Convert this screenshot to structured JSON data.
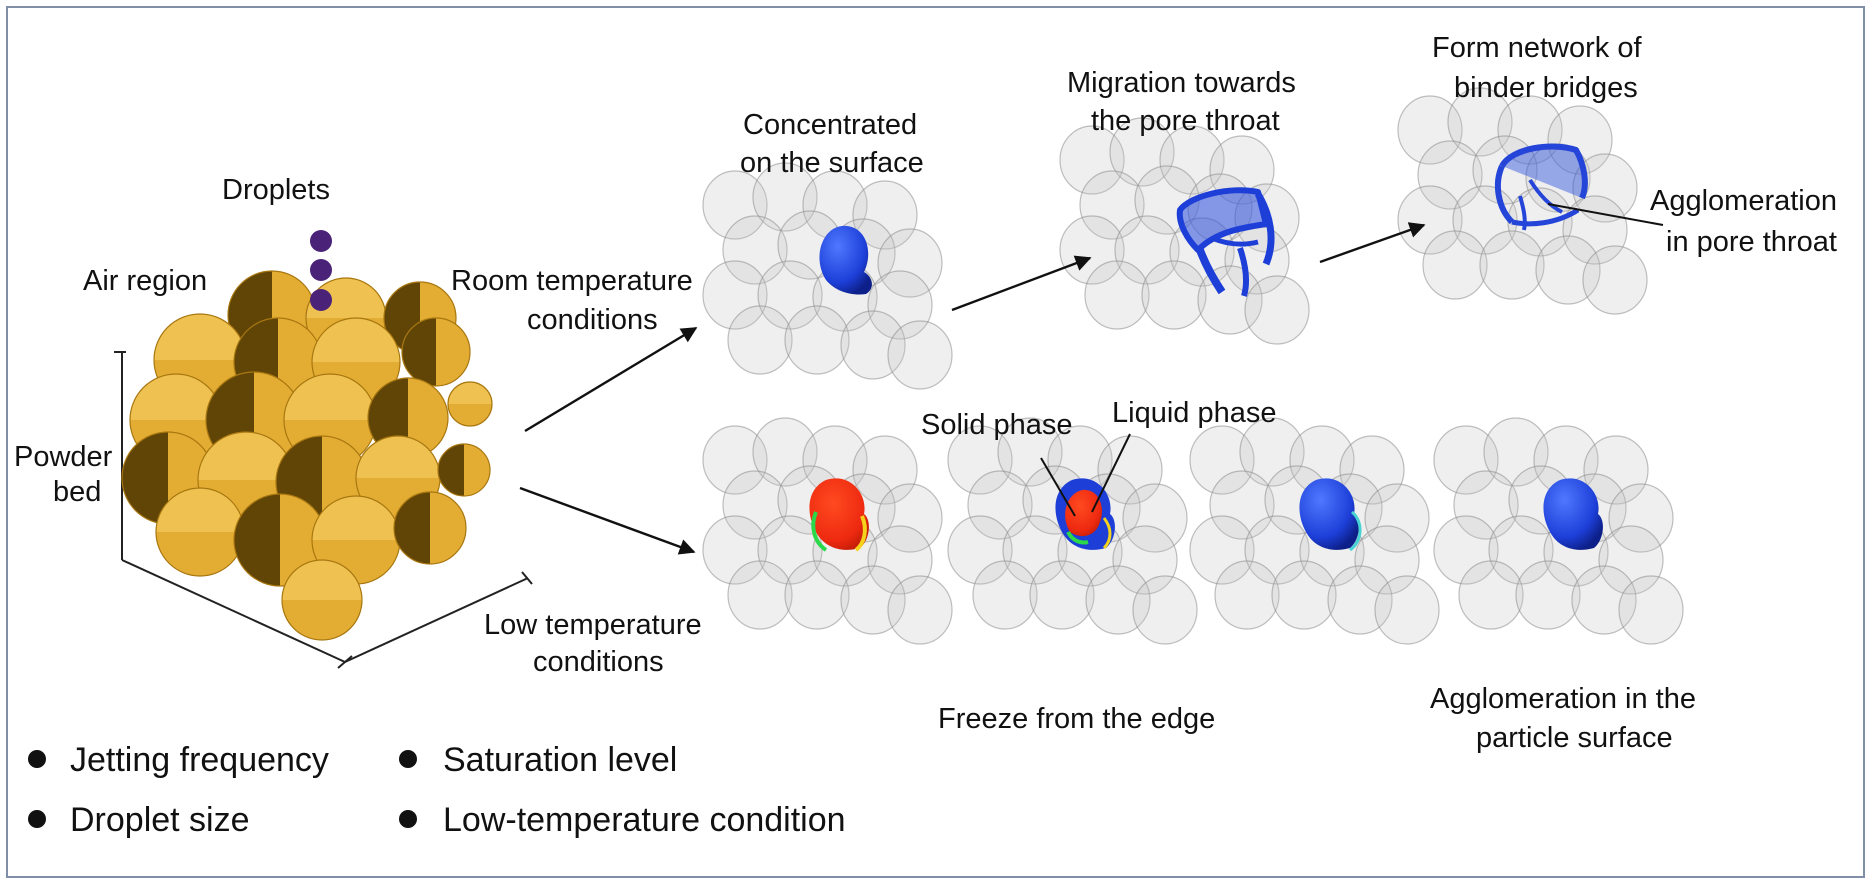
{
  "labels": {
    "droplets": "Droplets",
    "air_region": "Air region",
    "powder_bed_1": "Powder",
    "powder_bed_2": "bed",
    "room_temp_1": "Room temperature",
    "room_temp_2": "conditions",
    "low_temp_1": "Low temperature",
    "low_temp_2": "conditions",
    "concentrated_1": "Concentrated",
    "concentrated_2": "on the surface",
    "migration_1": "Migration towards",
    "migration_2": "the pore throat",
    "form_network_1": "Form  network of",
    "form_network_2": "binder bridges",
    "agglom_pore_1": "Agglomeration",
    "agglom_pore_2": "in pore throat",
    "solid_phase": "Solid phase",
    "liquid_phase": "Liquid phase",
    "freeze_edge": "Freeze from the edge",
    "agglom_surface_1": "Agglomeration in the",
    "agglom_surface_2": "particle surface"
  },
  "legend": {
    "items": [
      "Jetting frequency",
      "Saturation level",
      "Droplet size",
      "Low-temperature condition"
    ]
  },
  "colors": {
    "frame": "#7f8fa8",
    "particle": "#e3ac32",
    "particle_shadow": "#4a3300",
    "droplet": "#4a2378",
    "binder": "#1d3fd8",
    "liquid": "#ee2a10",
    "ghost_particle": "#bfbfbf"
  }
}
